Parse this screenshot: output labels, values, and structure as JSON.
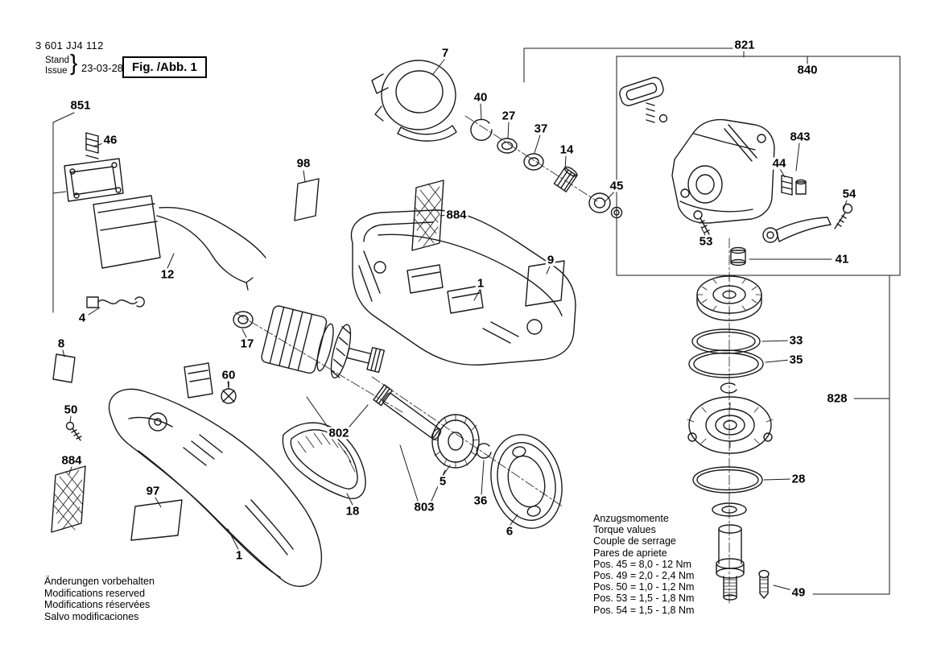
{
  "header": {
    "part_number": "3 601 JJ4 112",
    "stand_label": "Stand",
    "issue_label": "Issue",
    "brace": "}",
    "date": "23-03-28",
    "figure_label": "Fig. /Abb. 1"
  },
  "notes": {
    "lines": [
      "Änderungen vorbehalten",
      "Modifications reserved",
      "Modifications réservées",
      "Salvo modificaciones"
    ]
  },
  "torque": {
    "title_lines": [
      "Anzugsmomente",
      "Torque values",
      "Couple de serrage",
      "Pares de apriete"
    ],
    "rows": [
      "Pos.  45 = 8,0 - 12  Nm",
      "Pos.  49 = 2,0 - 2,4 Nm",
      "Pos.  50 = 1,0 - 1,2 Nm",
      "Pos.  53 = 1,5 - 1,8 Nm",
      "Pos.  54 = 1,5 - 1,8 Nm"
    ]
  },
  "colors": {
    "ink": "#1a1a1a",
    "background": "#ffffff"
  },
  "labels": [
    {
      "text": "851"
    },
    {
      "text": "46"
    },
    {
      "text": "12"
    },
    {
      "text": "4"
    },
    {
      "text": "8"
    },
    {
      "text": "50"
    },
    {
      "text": "884"
    },
    {
      "text": "97"
    },
    {
      "text": "1"
    },
    {
      "text": "17"
    },
    {
      "text": "60"
    },
    {
      "text": "802"
    },
    {
      "text": "18"
    },
    {
      "text": "98"
    },
    {
      "text": "7"
    },
    {
      "text": "40"
    },
    {
      "text": "27"
    },
    {
      "text": "37"
    },
    {
      "text": "14"
    },
    {
      "text": "884"
    },
    {
      "text": "9"
    },
    {
      "text": "1"
    },
    {
      "text": "803"
    },
    {
      "text": "5"
    },
    {
      "text": "36"
    },
    {
      "text": "6"
    },
    {
      "text": "45"
    },
    {
      "text": "53"
    },
    {
      "text": "821"
    },
    {
      "text": "840"
    },
    {
      "text": "843"
    },
    {
      "text": "44"
    },
    {
      "text": "54"
    },
    {
      "text": "41"
    },
    {
      "text": "33"
    },
    {
      "text": "35"
    },
    {
      "text": "828"
    },
    {
      "text": "28"
    },
    {
      "text": "49"
    }
  ]
}
